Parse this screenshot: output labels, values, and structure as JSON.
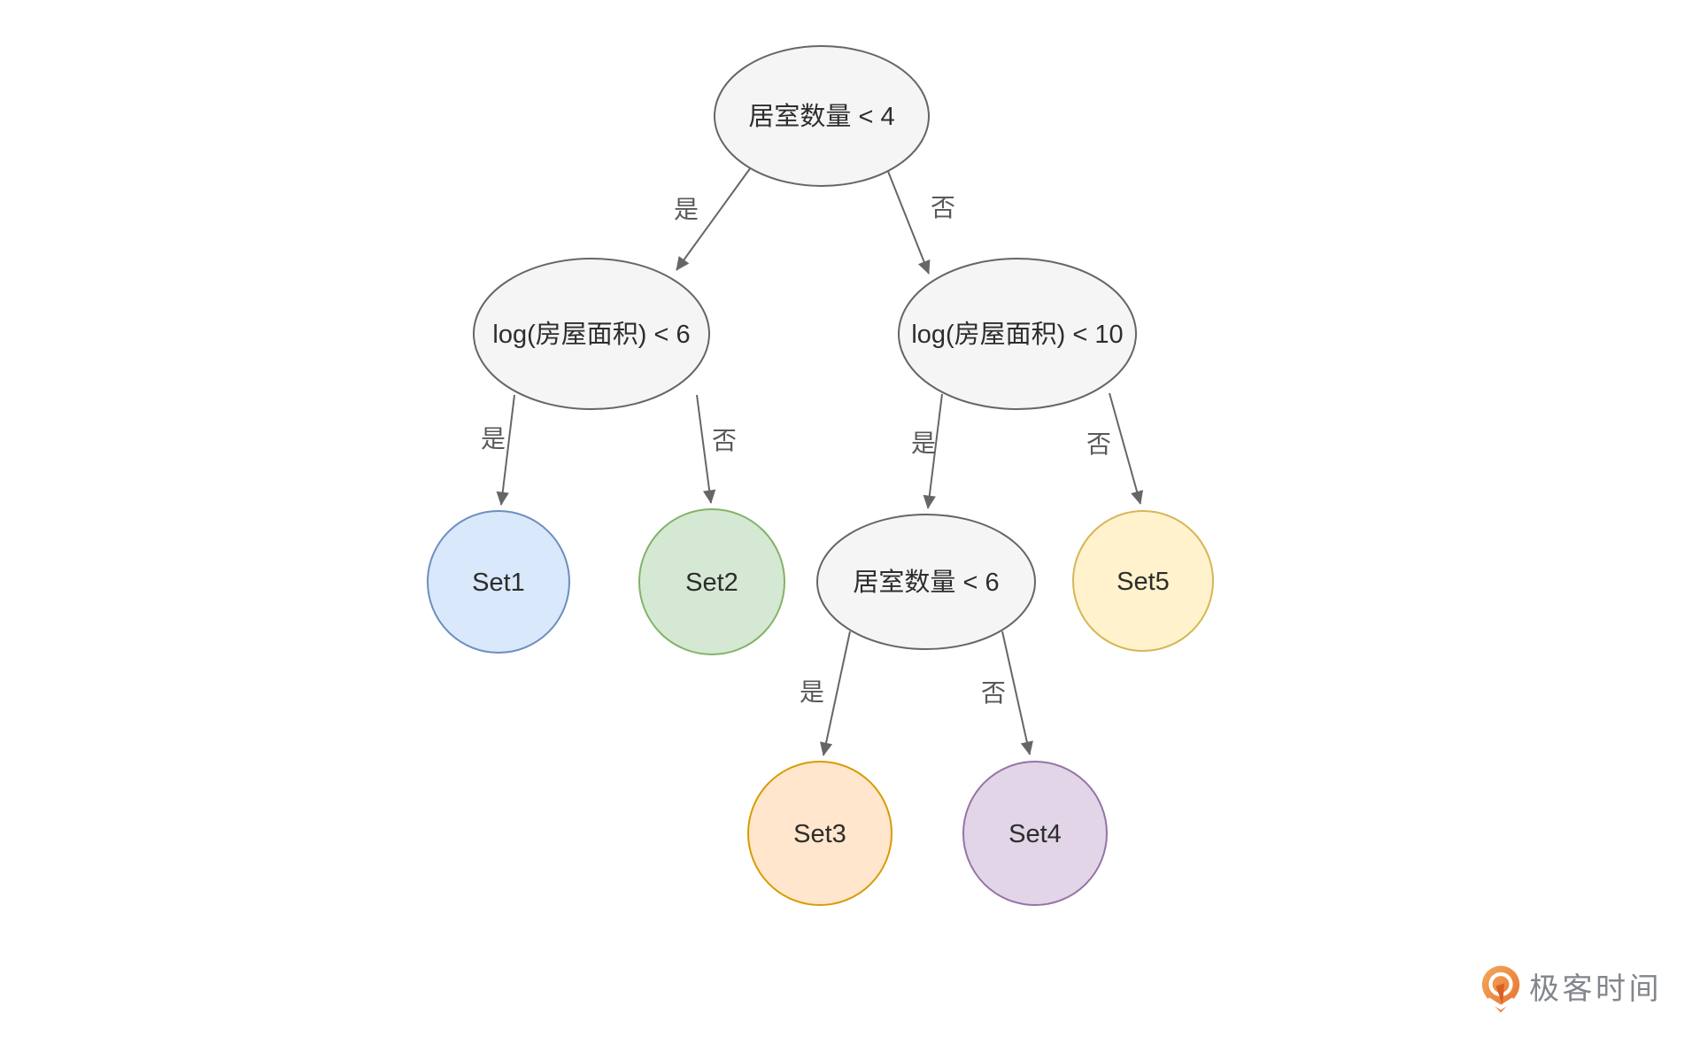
{
  "diagram": {
    "kind": "decision-tree",
    "style": {
      "edge_color": "#666666",
      "edge_label_color": "#595959",
      "node_text_color": "#2d2d2d"
    },
    "nodes": [
      {
        "id": "root",
        "label": "居室数量 < 4",
        "type": "decision",
        "fill": "#f5f5f5",
        "stroke": "#666666"
      },
      {
        "id": "area6",
        "label": "log(房屋面积) < 6",
        "type": "decision",
        "fill": "#f5f5f5",
        "stroke": "#666666"
      },
      {
        "id": "area10",
        "label": "log(房屋面积) < 10",
        "type": "decision",
        "fill": "#f5f5f5",
        "stroke": "#666666"
      },
      {
        "id": "set1",
        "label": "Set1",
        "type": "leaf",
        "fill": "#dae8fc",
        "stroke": "#6c8ebf"
      },
      {
        "id": "set2",
        "label": "Set2",
        "type": "leaf",
        "fill": "#d5e8d4",
        "stroke": "#82b366"
      },
      {
        "id": "rooms6",
        "label": "居室数量 < 6",
        "type": "decision",
        "fill": "#f5f5f5",
        "stroke": "#666666"
      },
      {
        "id": "set5",
        "label": "Set5",
        "type": "leaf",
        "fill": "#fff2cc",
        "stroke": "#d6b656"
      },
      {
        "id": "set3",
        "label": "Set3",
        "type": "leaf",
        "fill": "#ffe6cc",
        "stroke": "#d79b00"
      },
      {
        "id": "set4",
        "label": "Set4",
        "type": "leaf",
        "fill": "#e1d5e7",
        "stroke": "#9673a6"
      }
    ],
    "edges": [
      {
        "from": "root",
        "to": "area6",
        "label": "是"
      },
      {
        "from": "root",
        "to": "area10",
        "label": "否"
      },
      {
        "from": "area6",
        "to": "set1",
        "label": "是"
      },
      {
        "from": "area6",
        "to": "set2",
        "label": "否"
      },
      {
        "from": "area10",
        "to": "rooms6",
        "label": "是"
      },
      {
        "from": "area10",
        "to": "set5",
        "label": "否"
      },
      {
        "from": "rooms6",
        "to": "set3",
        "label": "是"
      },
      {
        "from": "rooms6",
        "to": "set4",
        "label": "否"
      }
    ]
  },
  "watermark": {
    "brand": "极客时间",
    "icon": "geektime-pin-icon",
    "text_color": "#82868c",
    "icon_colors": {
      "light": "#f4a95c",
      "dark": "#e4702f",
      "needle": "#d95f23"
    }
  }
}
